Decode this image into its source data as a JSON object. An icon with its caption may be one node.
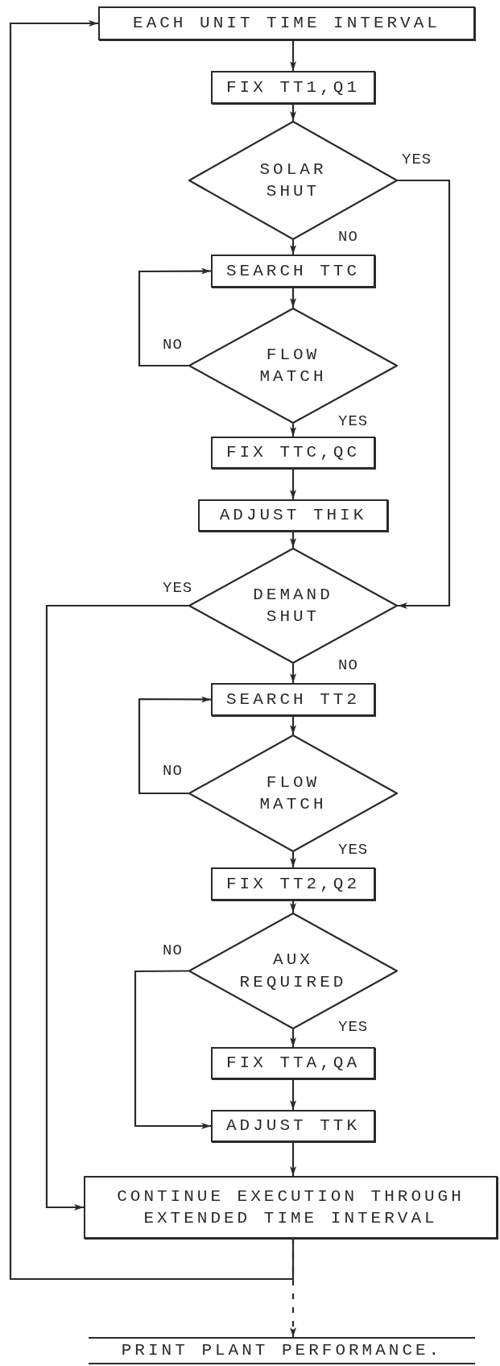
{
  "diagram": {
    "nodes": [
      {
        "text": [
          "EACH UNIT TIME INTERVAL"
        ]
      },
      {
        "text": [
          "FIX TT1,Q1"
        ]
      },
      {
        "text": [
          "SOLAR SHUT"
        ]
      },
      {
        "text": [
          "SEARCH TTC"
        ]
      },
      {
        "text": [
          "FLOW MATCH"
        ]
      },
      {
        "text": [
          "FIX TTC,QC"
        ]
      },
      {
        "text": [
          "ADJUST THIK"
        ]
      },
      {
        "text": [
          "DEMAND SHUT"
        ]
      },
      {
        "text": [
          "SEARCH TT2"
        ]
      },
      {
        "text": [
          "FLOW MATCH"
        ]
      },
      {
        "text": [
          "FIX TT2,Q2"
        ]
      },
      {
        "text": [
          "AUX REQUIRED"
        ]
      },
      {
        "text": [
          "FIX TTA,QA"
        ]
      },
      {
        "text": [
          "ADJUST TTK"
        ]
      },
      {
        "text": [
          "CONTINUE EXECUTION THROUGH EXTENDED TIME INTERVAL"
        ]
      },
      {
        "text": [
          "PRINT PLANT PERFORMANCE."
        ]
      }
    ],
    "edges": [
      {
        "from": 0,
        "to": 1,
        "arrow": "to"
      },
      {
        "from": 1,
        "to": 2,
        "arrow": "to"
      },
      {
        "from": 2,
        "to": 7,
        "arrow": "to",
        "label": "YES"
      },
      {
        "from": 2,
        "to": 3,
        "arrow": "to",
        "label": "NO"
      },
      {
        "from": 3,
        "to": 4,
        "arrow": "to"
      },
      {
        "from": 4,
        "to": 3,
        "arrow": "to",
        "label": "NO"
      },
      {
        "from": 4,
        "to": 5,
        "arrow": "to",
        "label": "YES"
      },
      {
        "from": 5,
        "to": 6,
        "arrow": "to"
      },
      {
        "from": 6,
        "to": 7,
        "arrow": "to"
      },
      {
        "from": 7,
        "to": 14,
        "arrow": "to",
        "label": "YES"
      },
      {
        "from": 7,
        "to": 8,
        "arrow": "to",
        "label": "NO"
      },
      {
        "from": 8,
        "to": 9,
        "arrow": "to"
      },
      {
        "from": 9,
        "to": 8,
        "arrow": "to",
        "label": "NO"
      },
      {
        "from": 9,
        "to": 10,
        "arrow": "to",
        "label": "YES"
      },
      {
        "from": 10,
        "to": 11,
        "arrow": "to"
      },
      {
        "from": 11,
        "to": 12,
        "arrow": "to",
        "label": "YES"
      },
      {
        "from": 11,
        "to": 13,
        "arrow": "to",
        "label": "NO"
      },
      {
        "from": 12,
        "to": 13,
        "arrow": "to"
      },
      {
        "from": 13,
        "to": 14,
        "arrow": "to"
      },
      {
        "from": 14,
        "to": 0,
        "arrow": "to"
      },
      {
        "from": 14,
        "to": 15,
        "arrow": "to",
        "style": "dashed"
      }
    ]
  }
}
